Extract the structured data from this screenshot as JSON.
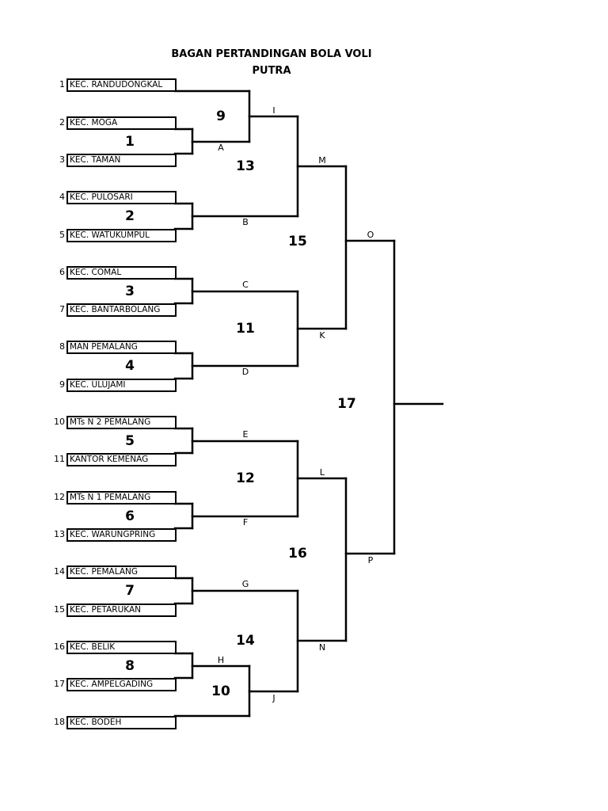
{
  "title": {
    "line1": "BAGAN PERTANDINGAN BOLA VOLI",
    "line2": "PUTRA"
  },
  "teams": [
    {
      "no": "1",
      "name": "KEC. RANDUDONGKAL"
    },
    {
      "no": "2",
      "name": "KEC. MOGA"
    },
    {
      "no": "3",
      "name": "KEC. TAMAN"
    },
    {
      "no": "4",
      "name": "KEC. PULOSARI"
    },
    {
      "no": "5",
      "name": "KEC. WATUKUMPUL"
    },
    {
      "no": "6",
      "name": "KEC. COMAL"
    },
    {
      "no": "7",
      "name": "KEC. BANTARBOLANG"
    },
    {
      "no": "8",
      "name": "MAN PEMALANG"
    },
    {
      "no": "9",
      "name": "KEC. ULUJAMI"
    },
    {
      "no": "10",
      "name": "MTs N 2 PEMALANG"
    },
    {
      "no": "11",
      "name": "KANTOR KEMENAG"
    },
    {
      "no": "12",
      "name": "MTs N 1 PEMALANG"
    },
    {
      "no": "13",
      "name": "KEC. WARUNGPRING"
    },
    {
      "no": "14",
      "name": "KEC. PEMALANG"
    },
    {
      "no": "15",
      "name": "KEC. PETARUKAN"
    },
    {
      "no": "16",
      "name": "KEC. BELIK"
    },
    {
      "no": "17",
      "name": "KEC. AMPELGADING"
    },
    {
      "no": "18",
      "name": "KEC. BODEH"
    }
  ],
  "matches": [
    "1",
    "2",
    "3",
    "4",
    "5",
    "6",
    "7",
    "8",
    "9",
    "10",
    "11",
    "12",
    "13",
    "14",
    "15",
    "16",
    "17"
  ],
  "slots": [
    "A",
    "B",
    "C",
    "D",
    "E",
    "F",
    "G",
    "H",
    "I",
    "J",
    "K",
    "L",
    "M",
    "N",
    "O",
    "P"
  ]
}
